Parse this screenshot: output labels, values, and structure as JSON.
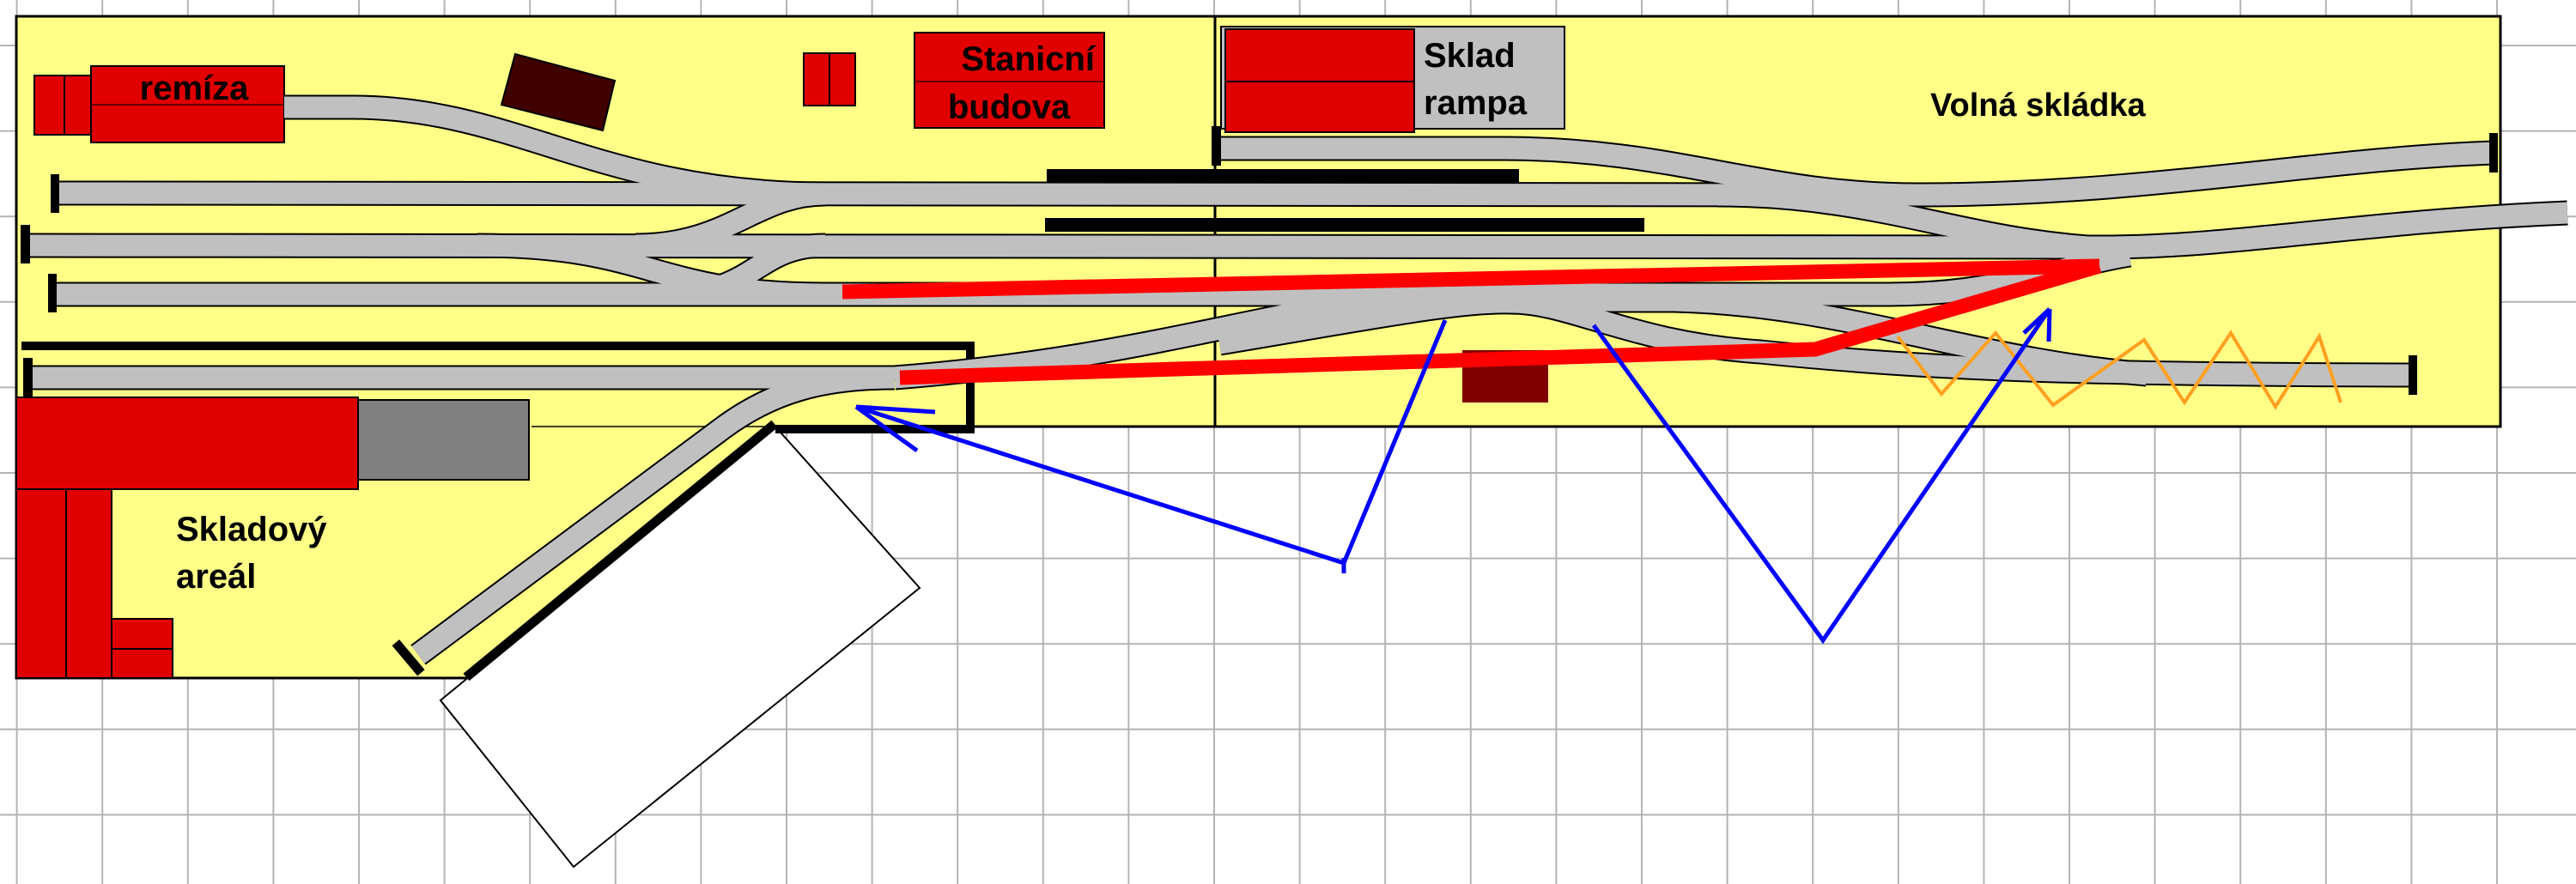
{
  "title": "Track plan",
  "labels": {
    "engine_shed": "remíza",
    "station_line1": "Stanicní",
    "station_line2": "budova",
    "warehouse_line1": "Sklad",
    "warehouse_line2": "rampa",
    "open_storage": "Volná skládka",
    "storage_area_line1": "Skladový",
    "storage_area_line2": "areál"
  },
  "colors": {
    "board": "#ffff88",
    "building": "#e00000",
    "track": "#c0c0c0",
    "route_red": "#ff0000",
    "route_blue": "#0000ff",
    "route_orange": "#ffa020",
    "grid": "#b4b4b4"
  }
}
